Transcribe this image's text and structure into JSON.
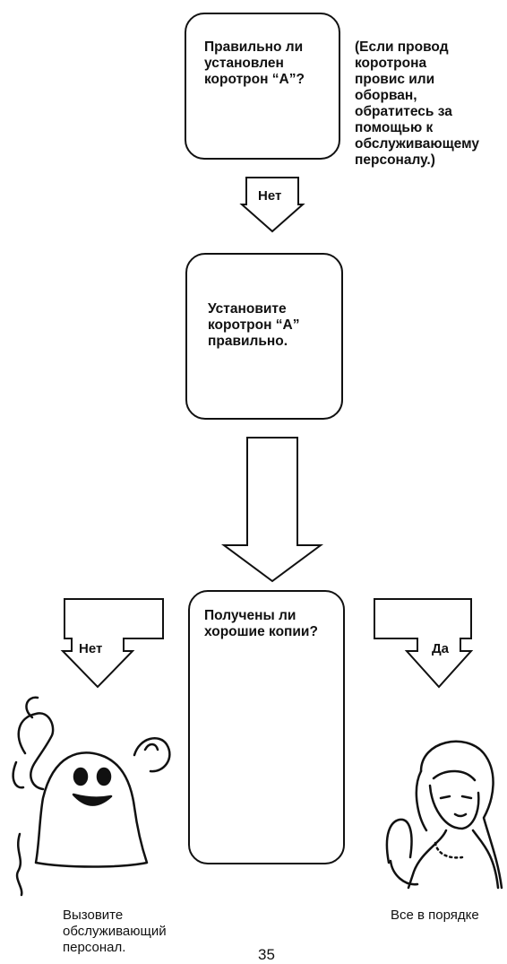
{
  "flow": {
    "question1": "Правильно ли\nустановлен\nкоротрон “А”?",
    "note1": "(Если провод\nкоротрона\nпровис или\nоборван,\nобратитесь за\nпомощью к\nобслуживающему\nперсоналу.)",
    "arrow1_label": "Нет",
    "action1": "Установите\nкоротрон “А”\nправильно.",
    "question2": "Получены ли\nхорошие копии?",
    "no_label": "Нет",
    "yes_label": "Да",
    "no_caption": "Вызовите\nобслуживающий\nперсонал.",
    "yes_caption": "Все в порядке"
  },
  "page_number": "35"
}
